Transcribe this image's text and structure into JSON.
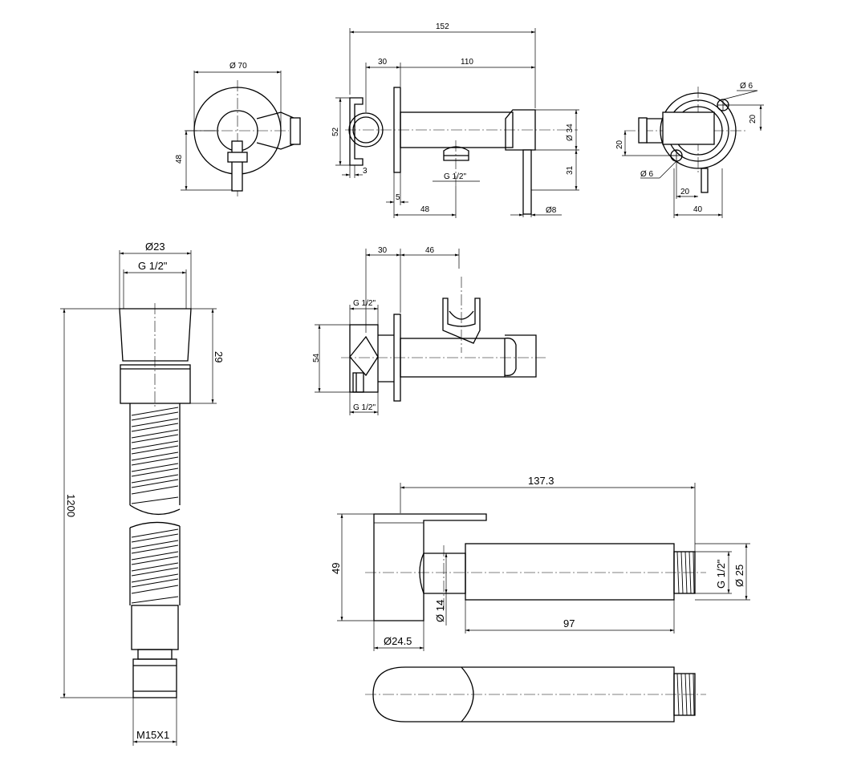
{
  "dimensions": {
    "view_front": {
      "diameter": "Ø 70",
      "height": "48"
    },
    "view_side": {
      "overall": "152",
      "flange_offset": "30",
      "body_length": "110",
      "height": "52",
      "body_diameter": "Ø 34",
      "handle_drop": "31",
      "flange_thickness": "3",
      "plate_gap": "5",
      "outlet_offset": "48",
      "outlet_thread": "G 1/2\"",
      "lever_diameter": "Ø8"
    },
    "view_end": {
      "hole_top": "Ø 6",
      "hole_bottom": "Ø 6",
      "offset_right": "20",
      "offset_left": "20",
      "offset_bottom": "20",
      "width": "40"
    },
    "hose": {
      "diameter": "Ø23",
      "thread": "G 1/2\"",
      "nut_height": "29",
      "length": "1200",
      "end_thread": "M15X1"
    },
    "valve_top": {
      "offset": "30",
      "holder_offset": "46",
      "thread_top": "G 1/2\"",
      "thread_bottom": "G 1/2\"",
      "height": "54"
    },
    "sprayer": {
      "length": "137.3",
      "height": "49",
      "thread": "G 1/2\"",
      "thread_diameter": "Ø 25",
      "neck_diameter": "Ø 14",
      "head_diameter": "Ø24.5",
      "barrel_length": "97"
    }
  }
}
